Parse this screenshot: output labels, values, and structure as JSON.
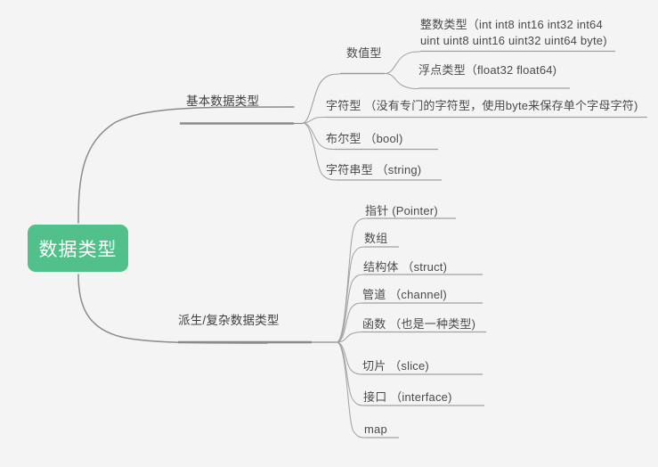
{
  "diagram": {
    "type": "mindmap",
    "title": "数据类型",
    "background_color": "#f4f4f4",
    "root_color": "#51c08b",
    "root_text_color": "#ffffff",
    "branch_color": "#8c8c8c",
    "label_color": "#4a4a4a"
  },
  "root": {
    "label": "数据类型"
  },
  "branches": [
    {
      "id": "basic",
      "label": "基本数据类型",
      "children": [
        {
          "id": "numeric",
          "label": "数值型",
          "children": [
            {
              "id": "integer",
              "label": "整数类型（int int8 int16 int32 int64\nuint uint8 uint16 uint32 uint64 byte)"
            },
            {
              "id": "float",
              "label": "浮点类型（float32 float64)"
            }
          ]
        },
        {
          "id": "char",
          "label": "字符型 （没有专门的字符型，使用byte来保存单个字母字符)",
          "children": []
        },
        {
          "id": "bool",
          "label": "布尔型 （bool)",
          "children": []
        },
        {
          "id": "string",
          "label": "字符串型 （string)",
          "children": []
        }
      ]
    },
    {
      "id": "derived",
      "label": "派生/复杂数据类型",
      "children": [
        {
          "id": "pointer",
          "label": "指针 (Pointer)",
          "children": []
        },
        {
          "id": "array",
          "label": "数组",
          "children": []
        },
        {
          "id": "struct",
          "label": "结构体 （struct)",
          "children": []
        },
        {
          "id": "channel",
          "label": "管道 （channel)",
          "children": []
        },
        {
          "id": "function",
          "label": "函数 （也是一种类型)",
          "children": []
        },
        {
          "id": "slice",
          "label": "切片 （slice)",
          "children": []
        },
        {
          "id": "interface",
          "label": "接口 （interface)",
          "children": []
        },
        {
          "id": "map",
          "label": "map",
          "children": []
        }
      ]
    }
  ]
}
